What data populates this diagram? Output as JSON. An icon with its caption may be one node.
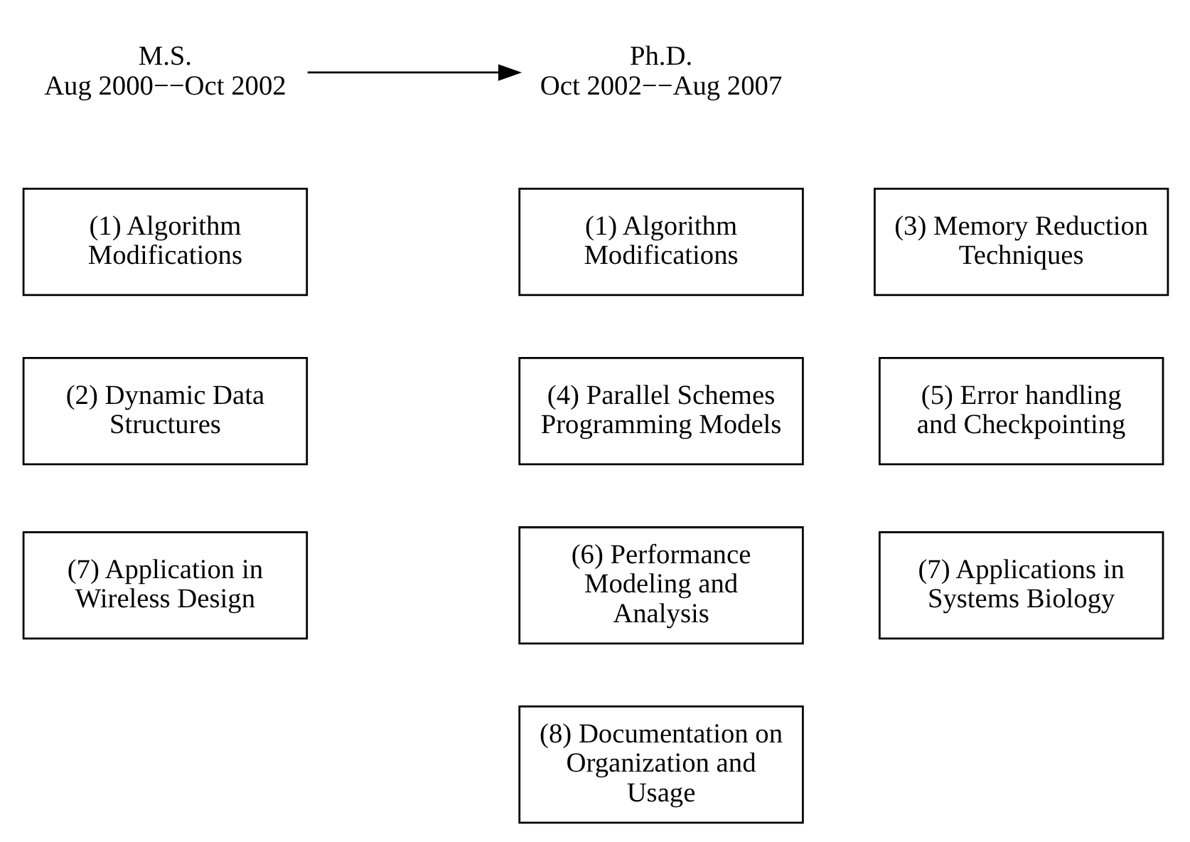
{
  "diagram": {
    "nodes": [
      {
        "text": [
          "M.S.",
          "Aug 2000−−Oct 2002"
        ]
      },
      {
        "text": [
          "Ph.D.",
          "Oct 2002−−Aug 2007"
        ]
      },
      {
        "text": [
          "(1) Algorithm Modifications"
        ]
      },
      {
        "text": [
          "(1) Algorithm Modifications"
        ]
      },
      {
        "text": [
          "(3) Memory Reduction Techniques"
        ]
      },
      {
        "text": [
          "(2) Dynamic Data Structures"
        ]
      },
      {
        "text": [
          "(4) Parallel Schemes Programming Models"
        ]
      },
      {
        "text": [
          "(5) Error handling and Checkpointing"
        ]
      },
      {
        "text": [
          "(7) Application in Wireless Design"
        ]
      },
      {
        "text": [
          "(6) Performance Modeling and Analysis"
        ]
      },
      {
        "text": [
          "(7) Applications in Systems Biology"
        ]
      },
      {
        "text": [
          "(8) Documentation on Organization and Usage"
        ]
      }
    ],
    "edges": [
      {
        "from": 0,
        "to": 1,
        "arrow": "to"
      }
    ]
  }
}
